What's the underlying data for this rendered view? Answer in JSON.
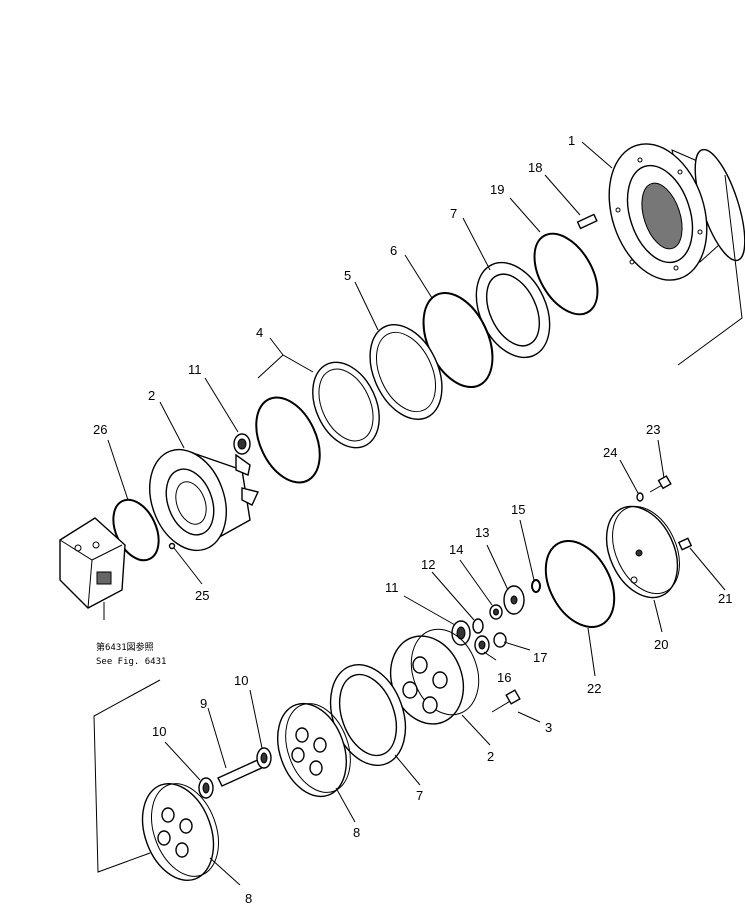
{
  "callouts": [
    {
      "id": "c1",
      "text": "1"
    },
    {
      "id": "c18",
      "text": "18"
    },
    {
      "id": "c19",
      "text": "19"
    },
    {
      "id": "c7a",
      "text": "7"
    },
    {
      "id": "c6",
      "text": "6"
    },
    {
      "id": "c5",
      "text": "5"
    },
    {
      "id": "c4",
      "text": "4"
    },
    {
      "id": "c11a",
      "text": "11"
    },
    {
      "id": "c2a",
      "text": "2"
    },
    {
      "id": "c26",
      "text": "26"
    },
    {
      "id": "c25",
      "text": "25"
    },
    {
      "id": "c23",
      "text": "23"
    },
    {
      "id": "c24",
      "text": "24"
    },
    {
      "id": "c15",
      "text": "15"
    },
    {
      "id": "c13",
      "text": "13"
    },
    {
      "id": "c14",
      "text": "14"
    },
    {
      "id": "c12",
      "text": "12"
    },
    {
      "id": "c11b",
      "text": "11"
    },
    {
      "id": "c21",
      "text": "21"
    },
    {
      "id": "c17",
      "text": "17"
    },
    {
      "id": "c16",
      "text": "16"
    },
    {
      "id": "c20",
      "text": "20"
    },
    {
      "id": "c22",
      "text": "22"
    },
    {
      "id": "c3",
      "text": "3"
    },
    {
      "id": "c2b",
      "text": "2"
    },
    {
      "id": "c10a",
      "text": "10"
    },
    {
      "id": "c9",
      "text": "9"
    },
    {
      "id": "c10b",
      "text": "10"
    },
    {
      "id": "c7b",
      "text": "7"
    },
    {
      "id": "c8a",
      "text": "8"
    },
    {
      "id": "c8b",
      "text": "8"
    }
  ],
  "reference_note": {
    "line1": "第6431図参照",
    "line2": "See Fig. 6431"
  }
}
